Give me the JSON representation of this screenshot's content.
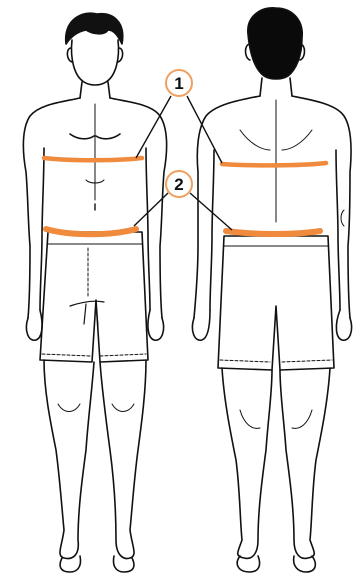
{
  "diagram": {
    "callouts": [
      {
        "number": "1",
        "measurement": "chest"
      },
      {
        "number": "2",
        "measurement": "waist"
      }
    ]
  },
  "colors": {
    "outline": "#111111",
    "hair": "#0a0a0a",
    "measure_band": "#f08a3c",
    "callout_ring": "#f0a060",
    "background": "#ffffff"
  }
}
